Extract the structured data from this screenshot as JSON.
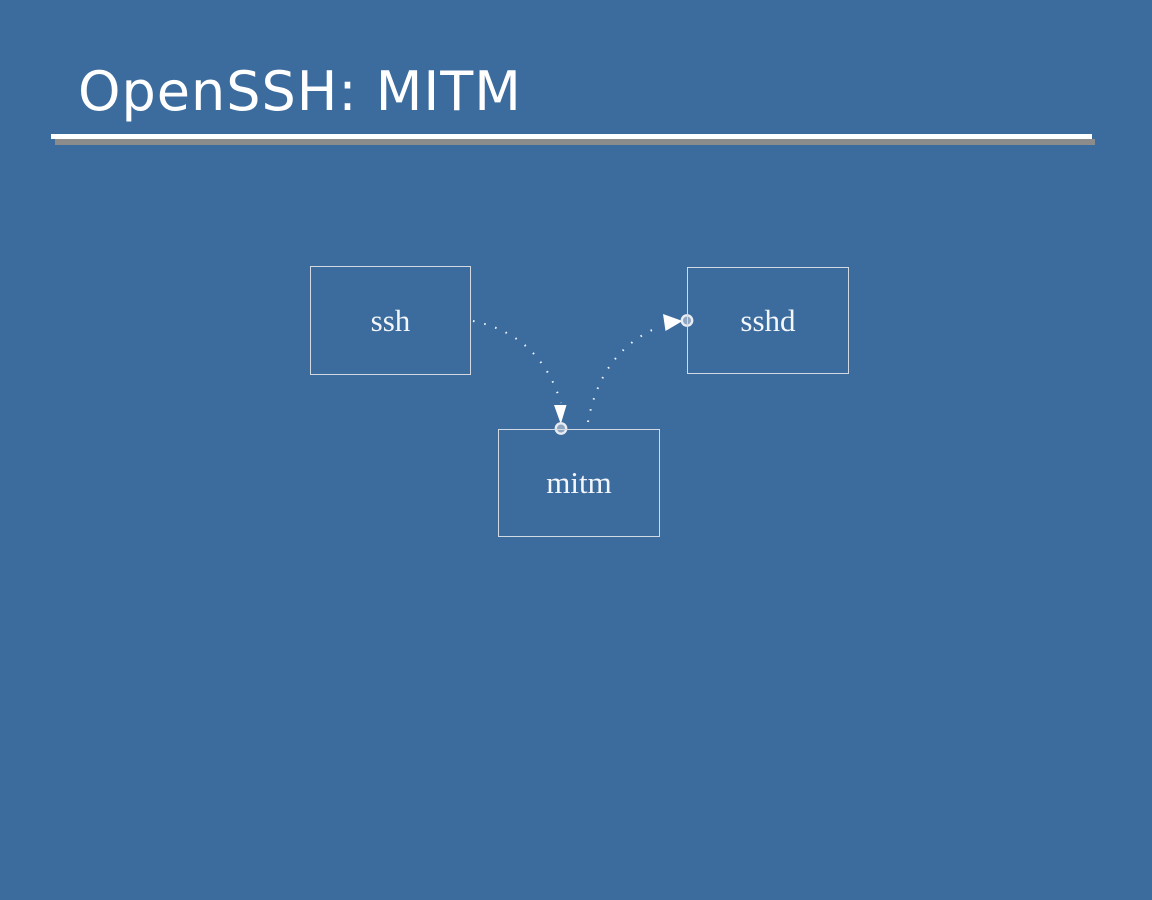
{
  "slide": {
    "title": "OpenSSH: MITM",
    "background_color": "#3c6c9e",
    "title_color": "#ffffff",
    "underline_color": "#ffffff",
    "underline_shadow_color": "#8c8c8c"
  },
  "diagram": {
    "nodes": [
      {
        "id": "ssh",
        "label": "ssh"
      },
      {
        "id": "sshd",
        "label": "sshd"
      },
      {
        "id": "mitm",
        "label": "mitm"
      }
    ],
    "edges": [
      {
        "from": "ssh",
        "to": "mitm",
        "style": "dotted",
        "terminal": "arrow-into-port"
      },
      {
        "from": "mitm",
        "to": "sshd",
        "style": "dotted",
        "terminal": "arrow-into-port"
      }
    ],
    "colors": {
      "node_border": "#d3d9e1",
      "node_text": "#f3f6fa",
      "edge_stroke": "#ffffff",
      "arrowhead_fill": "#ffffff",
      "port_fill": "#8fa6c2",
      "port_ring": "#e9edf3"
    }
  }
}
